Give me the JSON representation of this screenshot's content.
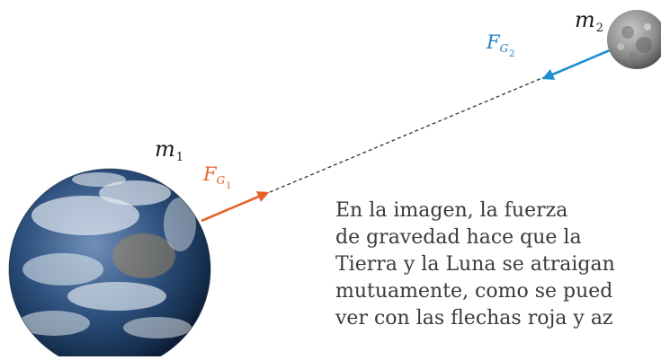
{
  "labels": {
    "m1": "m",
    "m1_sub": "1",
    "m2": "m",
    "m2_sub": "2",
    "fg1": "F",
    "fg1_sub": "G",
    "fg1_subsub": "1",
    "fg2": "F",
    "fg2_sub": "G",
    "fg2_subsub": "2"
  },
  "caption": {
    "lines": [
      "En la imagen, la fuerza",
      "de gravedad hace que la",
      "Tierra y la Luna se atraigan",
      "mutuamente, como se pued",
      "ver con las flechas roja y az"
    ]
  },
  "colors": {
    "red_arrow": "#e8622a",
    "blue_arrow": "#1f8fd0",
    "label_fg2": "#1f7fc0"
  },
  "icons": {
    "earth": "earth-globe",
    "moon": "moon-sphere"
  }
}
